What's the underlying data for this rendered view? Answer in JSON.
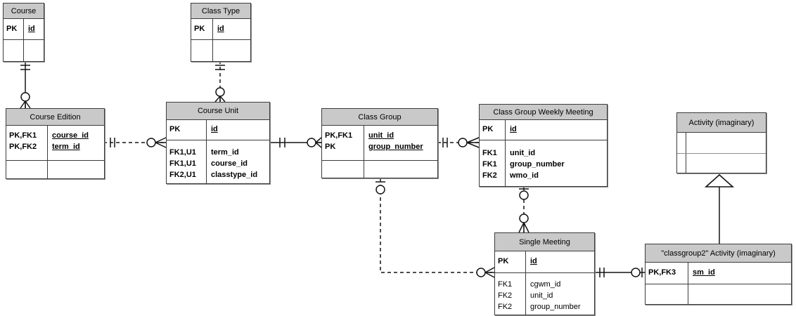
{
  "diagram": {
    "kind": "entity-relationship-diagram",
    "notation": "crow's foot",
    "colors": {
      "header_bg": "#c9c9c9",
      "border": "#3c3c3c",
      "line": "#141414",
      "background": "#ffffff"
    }
  },
  "entities": [
    {
      "title": "Course",
      "keys": [
        {
          "label": "PK",
          "name": "id"
        }
      ],
      "attrs": []
    },
    {
      "title": "Class Type",
      "keys": [
        {
          "label": "PK",
          "name": "id"
        }
      ],
      "attrs": []
    },
    {
      "title": "Course Edition",
      "keys": [
        {
          "label": "PK,FK1",
          "name": "course_id"
        },
        {
          "label": "PK,FK2",
          "name": "term_id"
        }
      ],
      "attrs": []
    },
    {
      "title": "Course Unit",
      "keys": [
        {
          "label": "PK",
          "name": "id"
        }
      ],
      "attrs": [
        {
          "label": "FK1,U1",
          "name": "term_id"
        },
        {
          "label": "FK1,U1",
          "name": "course_id"
        },
        {
          "label": "FK2,U1",
          "name": "classtype_id"
        }
      ]
    },
    {
      "title": "Class Group",
      "keys": [
        {
          "label": "PK,FK1",
          "name": "unit_id"
        },
        {
          "label": "PK",
          "name": "group_number"
        }
      ],
      "attrs": []
    },
    {
      "title": "Class Group Weekly Meeting",
      "keys": [
        {
          "label": "PK",
          "name": "id"
        }
      ],
      "attrs": [
        {
          "label": "FK1",
          "name": "unit_id"
        },
        {
          "label": "FK1",
          "name": "group_number"
        },
        {
          "label": "FK2",
          "name": "wmo_id"
        }
      ]
    },
    {
      "title": "Activity (imaginary)",
      "keys": [],
      "attrs": []
    },
    {
      "title": "Single Meeting",
      "keys": [
        {
          "label": "PK",
          "name": "id"
        }
      ],
      "attrs": [
        {
          "label": "FK1",
          "name": "cgwm_id"
        },
        {
          "label": "FK2",
          "name": "unit_id"
        },
        {
          "label": "FK2",
          "name": "group_number"
        }
      ]
    },
    {
      "title": "\"classgroup2\" Activity (imaginary)",
      "keys": [
        {
          "label": "PK,FK3",
          "name": "sm_id"
        }
      ],
      "attrs": []
    }
  ],
  "relationships": [
    {
      "from": "Course",
      "to": "Course Edition",
      "line": "solid",
      "from_end": "exactly-one",
      "to_end": "zero-or-many"
    },
    {
      "from": "Class Type",
      "to": "Course Unit",
      "line": "dashed",
      "from_end": "exactly-one",
      "to_end": "zero-or-many"
    },
    {
      "from": "Course Edition",
      "to": "Course Unit",
      "line": "dashed",
      "from_end": "exactly-one",
      "to_end": "zero-or-many"
    },
    {
      "from": "Course Unit",
      "to": "Class Group",
      "line": "solid",
      "from_end": "exactly-one",
      "to_end": "zero-or-many"
    },
    {
      "from": "Class Group",
      "to": "Class Group Weekly Meeting",
      "line": "dashed",
      "from_end": "exactly-one",
      "to_end": "zero-or-many"
    },
    {
      "from": "Class Group",
      "to": "Single Meeting",
      "line": "dashed",
      "from_end": "zero-or-one",
      "to_end": "zero-or-many"
    },
    {
      "from": "Class Group Weekly Meeting",
      "to": "Single Meeting",
      "line": "dashed",
      "from_end": "zero-or-one",
      "to_end": "zero-or-many"
    },
    {
      "from": "Single Meeting",
      "to": "\"classgroup2\" Activity (imaginary)",
      "line": "solid",
      "from_end": "exactly-one",
      "to_end": "zero-or-one"
    },
    {
      "from": "\"classgroup2\" Activity (imaginary)",
      "to": "Activity (imaginary)",
      "line": "generalization"
    }
  ]
}
